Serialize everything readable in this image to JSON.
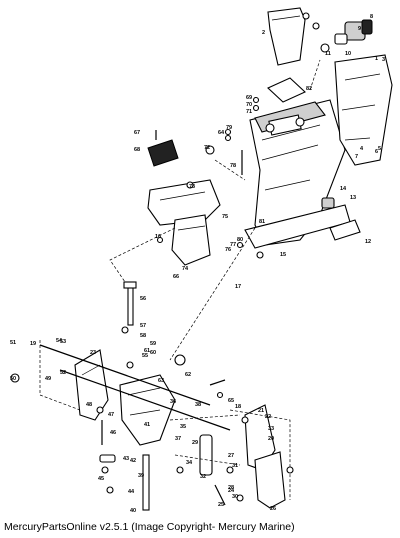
{
  "caption": "MercuryPartsOnline v2.5.1 (Image Copyright- Mercury Marine)",
  "labels": [
    "1",
    "2",
    "3",
    "4",
    "5",
    "6",
    "7",
    "8",
    "9",
    "10",
    "11",
    "12",
    "13",
    "14",
    "15",
    "16",
    "17",
    "18",
    "19",
    "20",
    "21",
    "22",
    "23",
    "24",
    "25",
    "26",
    "27",
    "28",
    "29",
    "30",
    "31",
    "32",
    "33",
    "34",
    "35",
    "36",
    "37",
    "38",
    "39",
    "40",
    "41",
    "42",
    "43",
    "44",
    "45",
    "46",
    "47",
    "48",
    "49",
    "50",
    "51",
    "52",
    "53",
    "54",
    "55",
    "56",
    "57",
    "58",
    "59",
    "60",
    "61",
    "62",
    "63",
    "64",
    "65",
    "66",
    "67",
    "68",
    "69",
    "70",
    "71",
    "72",
    "73",
    "74",
    "75",
    "76",
    "77",
    "78",
    "79",
    "80",
    "81",
    "82"
  ]
}
